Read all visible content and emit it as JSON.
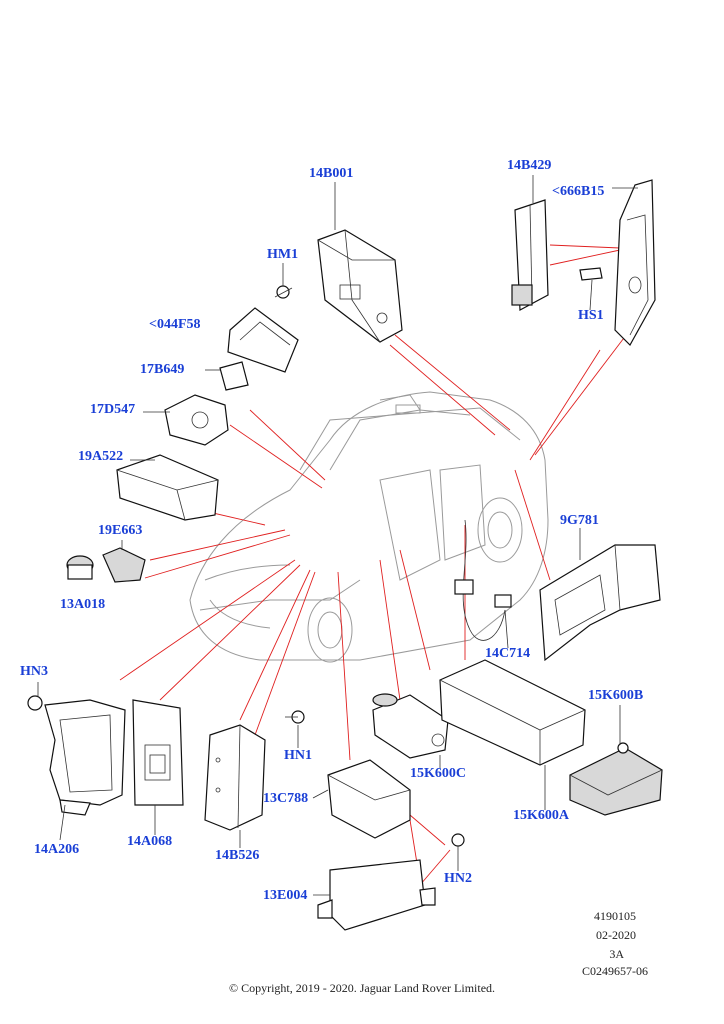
{
  "diagram": {
    "callouts": {
      "c14B001": "14B001",
      "c14B429": "14B429",
      "c666B15": "<666B15",
      "cHM1": "HM1",
      "c044F58": "<044F58",
      "cHS1": "HS1",
      "c17B649": "17B649",
      "c17D547": "17D547",
      "c19A522": "19A522",
      "c19E663": "19E663",
      "c13A018": "13A018",
      "c9G781": "9G781",
      "c14C714": "14C714",
      "cHN3": "HN3",
      "c15K600B": "15K600B",
      "cHN1": "HN1",
      "c15K600C": "15K600C",
      "c13C788": "13C788",
      "c14A206": "14A206",
      "c14A068": "14A068",
      "c14B526": "14B526",
      "c15K600A": "15K600A",
      "cHN2": "HN2",
      "c13E004": "13E004"
    },
    "footer": {
      "line1": "4190105",
      "line2": "02-2020",
      "line3": "3A",
      "line4": "C0249657-06"
    },
    "copyright": "© Copyright, 2019 - 2020. Jaguar Land Rover Limited.",
    "colors": {
      "callout": "#1a3fd6",
      "leader": "#e02020",
      "outline": "#111111"
    }
  }
}
